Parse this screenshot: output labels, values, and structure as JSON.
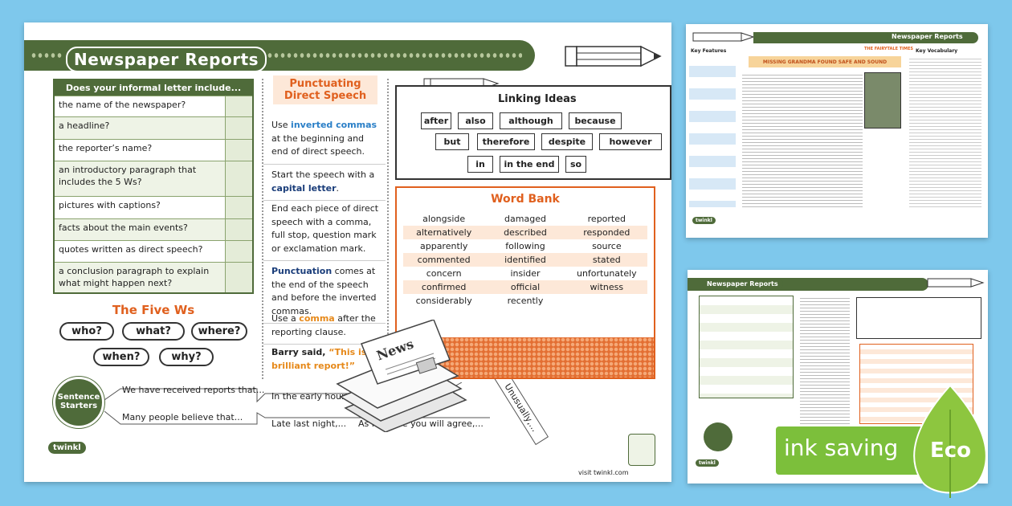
{
  "title": "Newspaper Reports",
  "checklist": {
    "heading": "Does your informal letter include...",
    "items": [
      "the name of the newspaper?",
      "a headline?",
      "the reporter’s name?",
      "an introductory paragraph that includes the 5 Ws?",
      "pictures with captions?",
      "facts about the main events?",
      "quotes written as direct speech?",
      "a conclusion paragraph to explain what might happen next?"
    ]
  },
  "five_ws": {
    "title": "The Five Ws",
    "words": [
      "who?",
      "what?",
      "where?",
      "when?",
      "why?"
    ]
  },
  "starters": {
    "label_line1": "Sentence",
    "label_line2": "Starters",
    "items": [
      "We have received reports that...",
      "Many people believe that...",
      "In the early hours of the morning,...",
      "Late last night,...",
      "As I’m sure you will agree,...",
      "Unusually,..."
    ]
  },
  "punctuating": {
    "title_line1": "Punctuating",
    "title_line2": "Direct Speech",
    "b1_pre": "Use ",
    "b1_hl": "inverted commas",
    "b1_post": " at the beginning and end of direct speech.",
    "b2_pre": "Start the speech with a ",
    "b2_hl": "capital letter",
    "b2_post": ".",
    "b3": "End each piece of direct speech with a comma, full stop, question mark or exclamation mark.",
    "b4_hl": "Punctuation",
    "b4_post": " comes at the end of the speech and before the inverted commas.",
    "b5_pre": "Use a ",
    "b5_hl": "comma",
    "b5_post": " after the reporting clause.",
    "b6_pre": "Barry said, ",
    "b6_hl": "“This is a brilliant report!”"
  },
  "linking": {
    "title": "Linking Ideas",
    "row1": [
      "after",
      "also",
      "although",
      "because"
    ],
    "row2": [
      "but",
      "therefore",
      "despite",
      "however"
    ],
    "row3": [
      "in",
      "in the end",
      "so"
    ]
  },
  "word_bank": {
    "title": "Word Bank",
    "words": [
      "alongside",
      "damaged",
      "reported",
      "alternatively",
      "described",
      "responded",
      "apparently",
      "following",
      "source",
      "commented",
      "identified",
      "stated",
      "concern",
      "insider",
      "unfortunately",
      "confirmed",
      "official",
      "witness",
      "considerably",
      "recently",
      ""
    ]
  },
  "newspaper_label": "News",
  "footer": {
    "brand": "twinkl",
    "visit": "visit twinkl.com"
  },
  "thumb1": {
    "title": "Newspaper Reports",
    "paper_name": "THE FAIRYTALE TIMES",
    "headline": "MISSING GRANDMA FOUND SAFE AND SOUND",
    "key_features": "Key Features",
    "key_vocabulary": "Key Vocabulary"
  },
  "thumb2": {
    "title": "Newspaper Reports"
  },
  "eco": {
    "text": "ink saving",
    "label": "Eco"
  },
  "colors": {
    "green": "#4f6b3a",
    "orange": "#e0601e",
    "sky": "#7ec8ec",
    "eco_green": "#7cbf3b"
  }
}
